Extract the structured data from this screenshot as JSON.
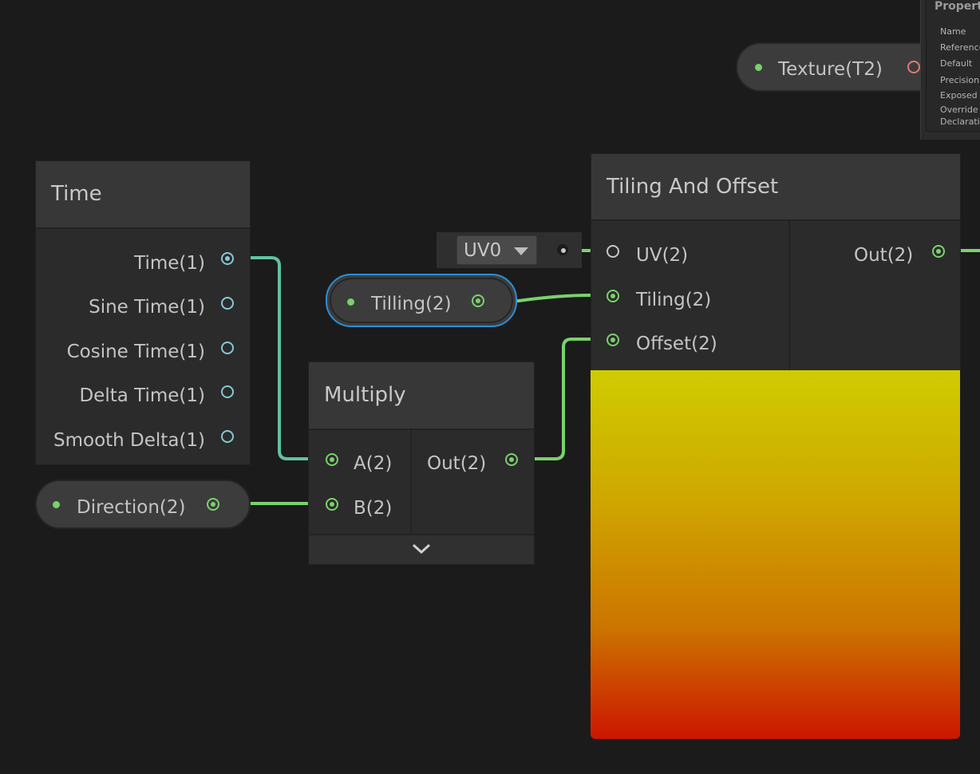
{
  "colors": {
    "background": "#1b1b1b",
    "node_body": "#2b2b2b",
    "node_header": "#373737",
    "float_port": "#86c8d6",
    "vector_port": "#7ad16c",
    "texture_port": "#e07a7a",
    "selection": "#2c8fd6",
    "preview_top": "#cfcc00",
    "preview_bottom": "#cc1600"
  },
  "inspector": {
    "header": "Property",
    "rows": [
      "Name",
      "Reference",
      "Default",
      "Precision",
      "Exposed",
      "Override P",
      "Declaratio"
    ]
  },
  "texture_property": {
    "label": "Texture(T2)"
  },
  "time_node": {
    "title": "Time",
    "outputs": [
      "Time(1)",
      "Sine Time(1)",
      "Cosine Time(1)",
      "Delta Time(1)",
      "Smooth Delta(1)"
    ]
  },
  "direction_property": {
    "label": "Direction(2)"
  },
  "tilling_property": {
    "label": "Tilling(2)"
  },
  "uv_dropdown": {
    "value": "UV0"
  },
  "multiply_node": {
    "title": "Multiply",
    "inputs": [
      "A(2)",
      "B(2)"
    ],
    "output": "Out(2)",
    "expand_icon": "chevron-down-icon"
  },
  "tiling_offset_node": {
    "title": "Tiling And Offset",
    "inputs": [
      "UV(2)",
      "Tiling(2)",
      "Offset(2)"
    ],
    "output": "Out(2)"
  }
}
